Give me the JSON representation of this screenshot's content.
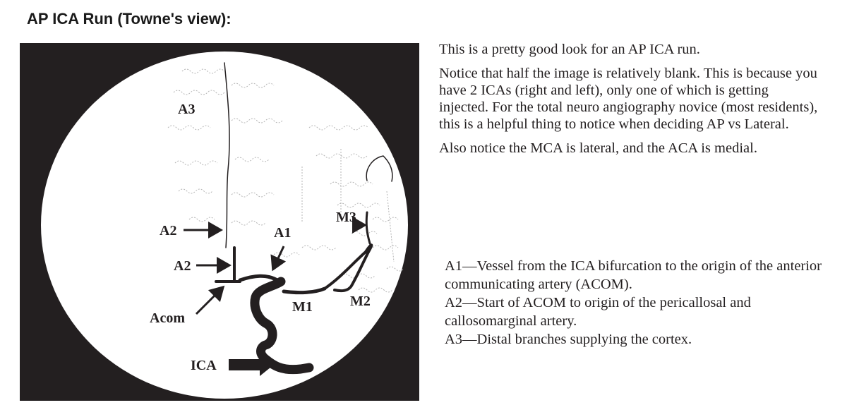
{
  "heading": "AP ICA Run (Towne's view):",
  "diagram": {
    "labels": {
      "a3": "A3",
      "a2_upper": "A2",
      "a1": "A1",
      "a2_lower": "A2",
      "acom": "Acom",
      "ica": "ICA",
      "m1": "M1",
      "m2": "M2",
      "m3": "M3"
    }
  },
  "description": {
    "paragraphs": [
      "This is a pretty good look for an AP ICA run.",
      "Notice that half the image is relatively blank. This is because you have 2 ICAs (right and left), only one of which is getting injected. For the total neuro angiography novice (most residents), this is a helpful thing to notice when deciding AP vs Lateral.",
      "Also notice the MCA is lateral, and the ACA is medial."
    ]
  },
  "definitions": [
    "A1—Vessel from the ICA bifurcation to the origin of the anterior communicating artery (ACOM).",
    "A2—Start of ACOM to origin of the pericallosal and callosomarginal artery.",
    "A3—Distal branches supplying the cortex."
  ]
}
